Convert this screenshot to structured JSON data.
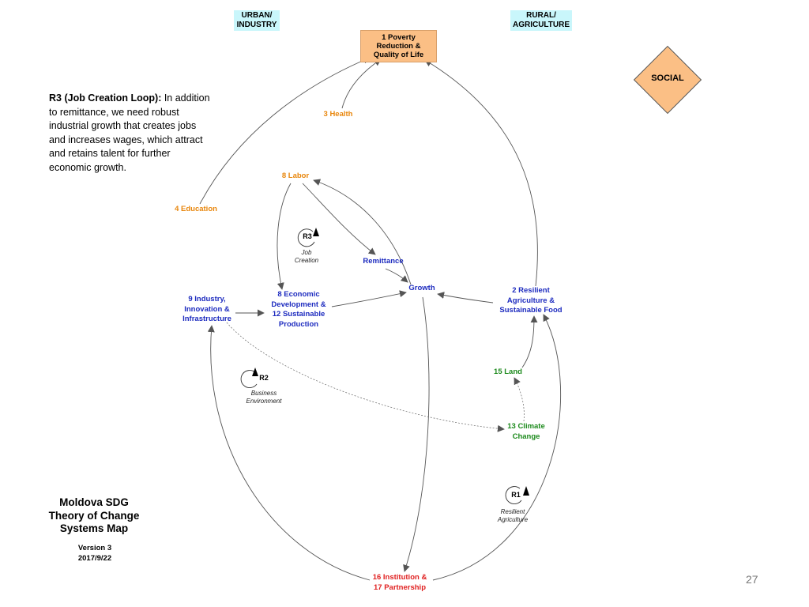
{
  "tags": {
    "urban": [
      "URBAN/",
      "INDUSTRY"
    ],
    "rural": [
      "RURAL/",
      "AGRICULTURE"
    ]
  },
  "poverty": [
    "1 Poverty",
    "Reduction &",
    "Quality of Life"
  ],
  "social": "SOCIAL",
  "note": {
    "bold": "R3 (Job Creation Loop):",
    "text": " In addition to remittance, we need robust industrial growth that creates jobs and increases wages, which attract and retains talent for further economic growth."
  },
  "nodes": {
    "health": "3 Health",
    "labor": "8 Labor",
    "education": "4 Education",
    "remittance": "Remittance",
    "growth": "Growth",
    "econ": [
      "8 Economic",
      "Development &",
      "12 Sustainable",
      "Production"
    ],
    "industry": [
      "9 Industry,",
      "Innovation &",
      "Infrastructure"
    ],
    "agri": [
      "2 Resilient",
      "Agriculture &",
      "Sustainable Food"
    ],
    "land": "15 Land",
    "climate": [
      "13 Climate",
      "Change"
    ],
    "institution": [
      "16 Institution &",
      "17 Partnership"
    ]
  },
  "loops": {
    "r3": {
      "id": "R3",
      "label": [
        "Job",
        "Creation"
      ]
    },
    "r2": {
      "id": "R2",
      "label": [
        "Business",
        "Environment"
      ]
    },
    "r1": {
      "id": "R1",
      "label": [
        "Resilient",
        "Agriculture"
      ]
    }
  },
  "map_title": [
    "Moldova SDG",
    "Theory of Change",
    "Systems Map"
  ],
  "version": [
    "Version 3",
    "2017/9/22"
  ],
  "page_number": "27",
  "colors": {
    "orange": "#e8860c",
    "blue": "#1d2bbf",
    "green": "#1c8a1c",
    "red": "#e02020",
    "poverty_fill": "#fbbf85",
    "social_fill": "#fbbf85",
    "tag_fill": "#c9f6fb"
  }
}
